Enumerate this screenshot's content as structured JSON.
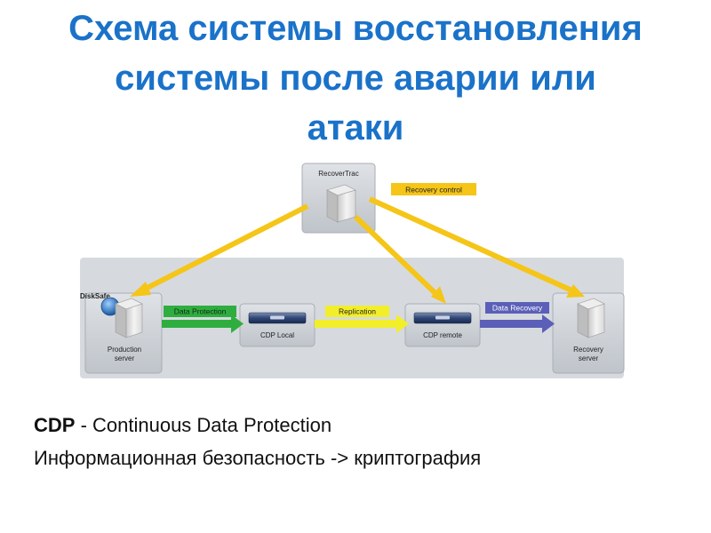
{
  "title": {
    "line1": "Схема системы восстановления",
    "line2": "системы после аварии или",
    "line3": "атаки"
  },
  "diagram": {
    "nodes": {
      "recovertrac": "RecoverTrac",
      "disksafe": "DiskSafe",
      "production_line1": "Production",
      "production_line2": "server",
      "cdp_local": "CDP Local",
      "cdp_remote": "CDP remote",
      "recovery_line1": "Recovery",
      "recovery_line2": "server"
    },
    "links": {
      "recovery_control": "Recovery control",
      "data_protection": "Data Protection",
      "replication": "Replication",
      "data_recovery": "Data Recovery"
    },
    "colors": {
      "yellow": "#f5c518",
      "green": "#2fae3f",
      "lime": "#f2ee2a",
      "blue": "#5b5fb8",
      "panel": "#cfd3d8"
    }
  },
  "footer": {
    "abbr": "CDP",
    "abbr_expansion": " - Continuous Data Protection",
    "line2": "Информационная безопасность -> криптография"
  }
}
